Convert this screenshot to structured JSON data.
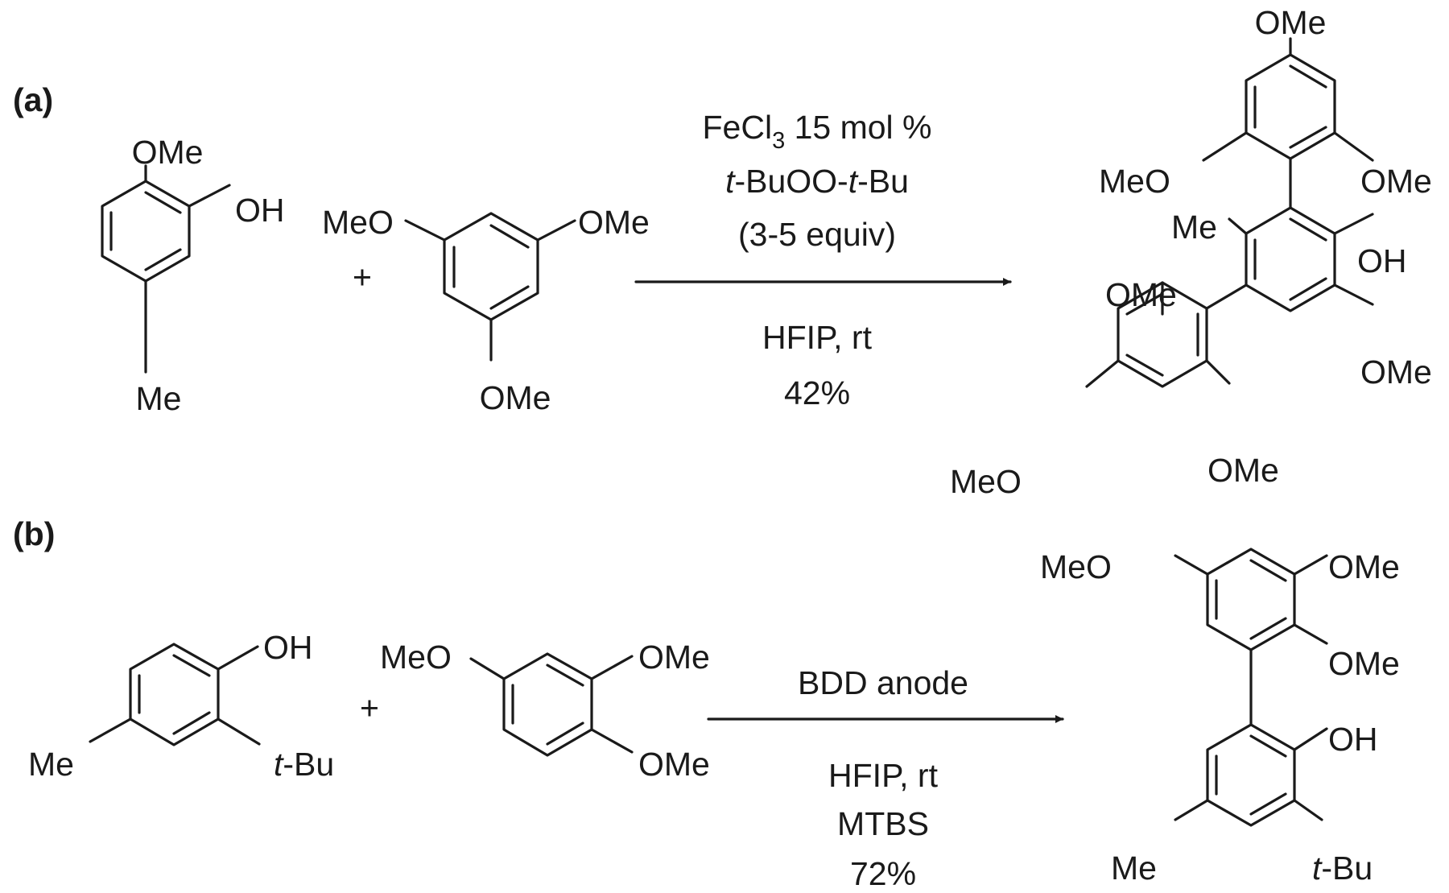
{
  "panels": {
    "a": {
      "label": "(a)",
      "reactant1": {
        "top": "OMe",
        "oh": "OH",
        "bottom": "Me"
      },
      "plus": "+",
      "reactant2": {
        "left": "MeO",
        "right": "OMe",
        "bottom": "OMe"
      },
      "conditions": {
        "line1_pre": "FeCl",
        "line1_sub": "3",
        "line1_post": " 15 mol %",
        "line2_t1": "t",
        "line2_mid": "-BuOO-",
        "line2_t2": "t",
        "line2_end": "-Bu",
        "line3": "(3-5 equiv)",
        "line4": "HFIP, rt",
        "yield": "42%"
      },
      "product": {
        "top_ome": "OMe",
        "upper_left_meo": "MeO",
        "upper_right_ome": "OMe",
        "me": "Me",
        "oh": "OH",
        "lower_left_ome": "OMe",
        "right_ome": "OMe",
        "bottom_left_meo": "MeO",
        "bottom_ome": "OMe"
      }
    },
    "b": {
      "label": "(b)",
      "reactant1": {
        "oh": "OH",
        "me": "Me",
        "tbu_t": "t",
        "tbu_rest": "-Bu"
      },
      "plus": "+",
      "reactant2": {
        "left": "MeO",
        "top_right": "OMe",
        "bottom_right": "OMe"
      },
      "conditions": {
        "line1": "BDD anode",
        "line2": "HFIP, rt",
        "line3": "MTBS",
        "yield": "72%"
      },
      "product": {
        "meo": "MeO",
        "top_ome": "OMe",
        "mid_ome": "OMe",
        "oh": "OH",
        "me": "Me",
        "tbu_t": "t",
        "tbu_rest": "-Bu"
      }
    }
  }
}
